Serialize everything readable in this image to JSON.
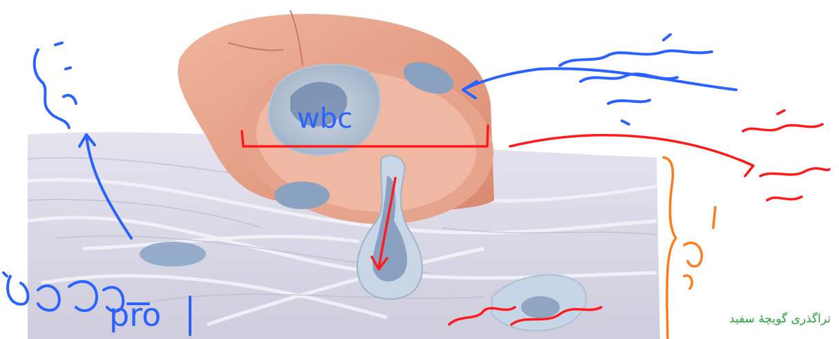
{
  "annotations": {
    "wbc": "wbc",
    "pro": "pro",
    "caption": "تراگذری گویچهٔ سفید"
  },
  "colors": {
    "tissue_base": "#d7d6e4",
    "tissue_line": "#f1f0f7",
    "vessel_outer": "#df9b82",
    "vessel_wall": "#e9a891",
    "vessel_lumen": "#f2c0ad",
    "cell_body": "#a9b6c9",
    "nucleus": "#6f87ab",
    "ink_blue": "#2a62ff",
    "ink_red": "#ff1a1a",
    "ink_orange": "#ff7a1a",
    "caption_green": "#23a436"
  },
  "icons": [
    "blood-vessel",
    "white-blood-cell",
    "connective-tissue"
  ]
}
